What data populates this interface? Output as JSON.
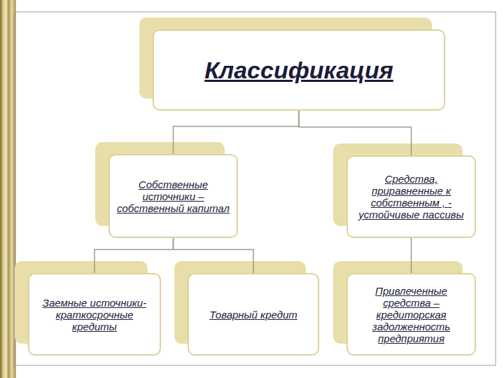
{
  "diagram": {
    "nodes": [
      {
        "text": [
          "Классификация"
        ]
      },
      {
        "text": [
          "Собственные источники – собственный капитал"
        ]
      },
      {
        "text": [
          "Средства, приравненные к собственным , - устойчивые пассивы"
        ]
      },
      {
        "text": [
          "Заемные источники- краткосрочные кредиты"
        ]
      },
      {
        "text": [
          "Товарный кредит"
        ]
      },
      {
        "text": [
          "Привлеченные средства – кредиторская задолженность предприятия"
        ]
      }
    ],
    "edges": [
      {
        "from": 0,
        "to": 1,
        "arrow": "none"
      },
      {
        "from": 0,
        "to": 2,
        "arrow": "none"
      },
      {
        "from": 1,
        "to": 3,
        "arrow": "none"
      },
      {
        "from": 1,
        "to": 4,
        "arrow": "none"
      },
      {
        "from": 2,
        "to": 5,
        "arrow": "none"
      }
    ]
  }
}
